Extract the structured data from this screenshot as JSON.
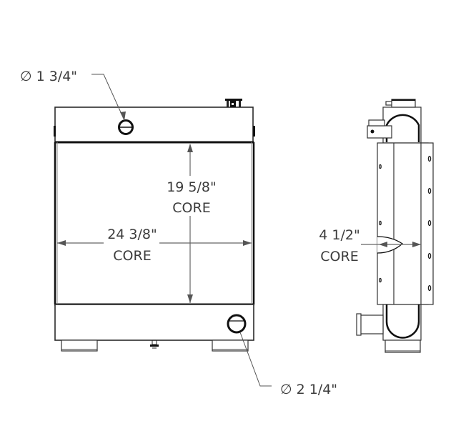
{
  "drawing": {
    "front_view": {
      "inlet_label": "∅ 1 3/4\"",
      "outlet_label": "∅ 2 1/4\"",
      "core_height": {
        "value": "19 5/8\"",
        "label": "CORE"
      },
      "core_width": {
        "value": "24 3/8\"",
        "label": "CORE"
      }
    },
    "side_view": {
      "core_depth": {
        "value": "4 1/2\"",
        "label": "CORE"
      }
    },
    "colors": {
      "line": "#2a2a2a",
      "dimension": "#666666",
      "text": "#3c3c3c",
      "background": "#ffffff"
    }
  }
}
